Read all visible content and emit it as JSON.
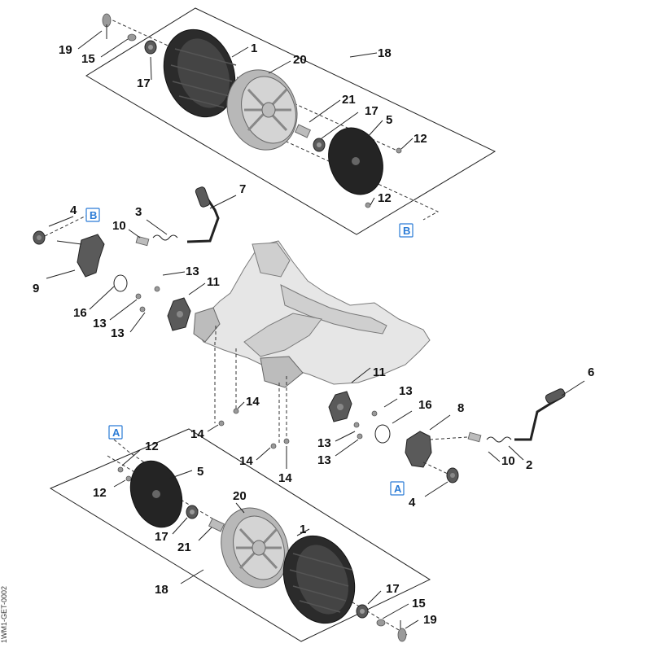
{
  "callouts": [
    {
      "id": "c19a",
      "label": "19"
    },
    {
      "id": "c15a",
      "label": "15"
    },
    {
      "id": "c17a",
      "label": "17"
    },
    {
      "id": "c1a",
      "label": "1"
    },
    {
      "id": "c20a",
      "label": "20"
    },
    {
      "id": "c18a",
      "label": "18"
    },
    {
      "id": "c21a",
      "label": "21"
    },
    {
      "id": "c17b",
      "label": "17"
    },
    {
      "id": "c5a",
      "label": "5"
    },
    {
      "id": "c12a",
      "label": "12"
    },
    {
      "id": "c12b",
      "label": "12"
    },
    {
      "id": "c7",
      "label": "7"
    },
    {
      "id": "c4a",
      "label": "4"
    },
    {
      "id": "c3",
      "label": "3"
    },
    {
      "id": "c10a",
      "label": "10"
    },
    {
      "id": "c9",
      "label": "9"
    },
    {
      "id": "c13a",
      "label": "13"
    },
    {
      "id": "c11a",
      "label": "11"
    },
    {
      "id": "c16a",
      "label": "16"
    },
    {
      "id": "c13b",
      "label": "13"
    },
    {
      "id": "c13c",
      "label": "13"
    },
    {
      "id": "c11b",
      "label": "11"
    },
    {
      "id": "c6",
      "label": "6"
    },
    {
      "id": "c13d",
      "label": "13"
    },
    {
      "id": "c14a",
      "label": "14"
    },
    {
      "id": "c16b",
      "label": "16"
    },
    {
      "id": "c8",
      "label": "8"
    },
    {
      "id": "c14b",
      "label": "14"
    },
    {
      "id": "c13e",
      "label": "13"
    },
    {
      "id": "c13f",
      "label": "13"
    },
    {
      "id": "c12c",
      "label": "12"
    },
    {
      "id": "c14c",
      "label": "14"
    },
    {
      "id": "c14d",
      "label": "14"
    },
    {
      "id": "c10b",
      "label": "10"
    },
    {
      "id": "c2",
      "label": "2"
    },
    {
      "id": "c5b",
      "label": "5"
    },
    {
      "id": "c12d",
      "label": "12"
    },
    {
      "id": "c4b",
      "label": "4"
    },
    {
      "id": "c20b",
      "label": "20"
    },
    {
      "id": "c17c",
      "label": "17"
    },
    {
      "id": "c1b",
      "label": "1"
    },
    {
      "id": "c21b",
      "label": "21"
    },
    {
      "id": "c18b",
      "label": "18"
    },
    {
      "id": "c17d",
      "label": "17"
    },
    {
      "id": "c15b",
      "label": "15"
    },
    {
      "id": "c19b",
      "label": "19"
    }
  ],
  "reference_tags": {
    "b_upper": "B",
    "b_lower": "B",
    "a_upper": "A",
    "a_lower": "A"
  },
  "side_code": "1WM1-GET-0002",
  "colors": {
    "tag_blue": "#2a7bd6",
    "tire": "#2b2b2b",
    "deck": "#e6e6e6"
  }
}
